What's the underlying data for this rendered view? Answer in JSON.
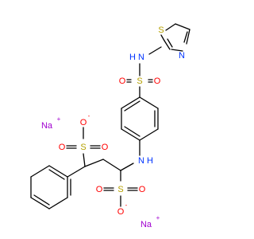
{
  "molecule": {
    "atoms": {
      "s_thiazole": {
        "label": "S",
        "color": "#b5a000"
      },
      "n_thiazole": {
        "label": "N",
        "color": "#0033ff"
      },
      "n_sulfonamide": {
        "label": "N",
        "color": "#0033ff"
      },
      "h_sulfonamide": {
        "label": "H",
        "color": "#0033ff"
      },
      "s_sulfonyl": {
        "label": "S",
        "color": "#b5a000"
      },
      "o_sulfonyl_left": {
        "label": "O",
        "color": "#ff0000"
      },
      "o_sulfonyl_right": {
        "label": "O",
        "color": "#ff0000"
      },
      "n_amine": {
        "label": "N",
        "color": "#0033ff"
      },
      "h_amine": {
        "label": "H",
        "color": "#0033ff"
      },
      "s_sulfonate_upper": {
        "label": "S",
        "color": "#b5a000"
      },
      "o_upper_top": {
        "label": "O",
        "color": "#ff0000"
      },
      "o_upper_left": {
        "label": "O",
        "color": "#ff0000"
      },
      "o_upper_right": {
        "label": "O",
        "color": "#ff0000"
      },
      "s_sulfonate_lower": {
        "label": "S",
        "color": "#b5a000"
      },
      "o_lower_left": {
        "label": "O",
        "color": "#ff0000"
      },
      "o_lower_right": {
        "label": "O",
        "color": "#ff0000"
      },
      "o_lower_bottom": {
        "label": "O",
        "color": "#ff0000"
      }
    },
    "counterions": {
      "na_top": {
        "label": "Na",
        "charge": "+",
        "color": "#a000d0"
      },
      "na_bottom": {
        "label": "Na",
        "charge": "+",
        "color": "#a000d0"
      }
    },
    "anion_charge": "-",
    "bond_color": "#000000"
  }
}
